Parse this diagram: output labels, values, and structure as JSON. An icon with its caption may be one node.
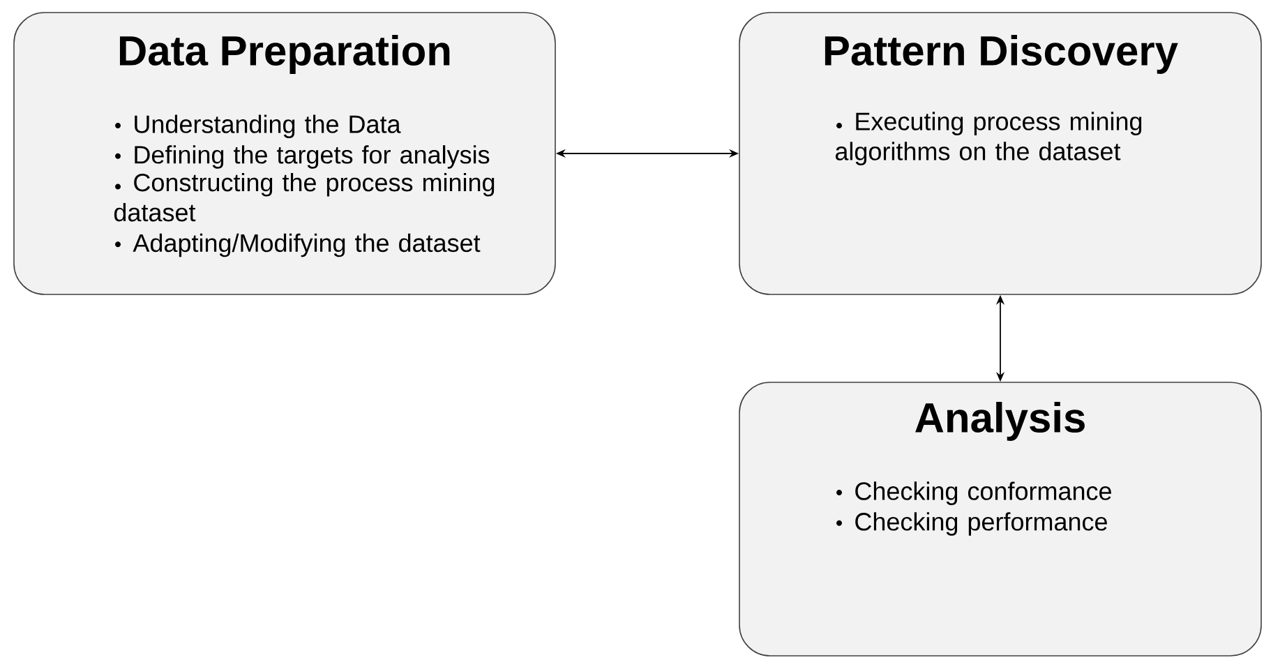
{
  "diagram": {
    "nodes": [
      {
        "text": [
          "Data Preparation",
          "Understanding the Data",
          "Defining the targets for analysis",
          "Constructing the process mining dataset",
          "Adapting/Modifying the dataset"
        ]
      },
      {
        "text": [
          "Pattern Discovery",
          "Executing process mining algorithms on the dataset"
        ]
      },
      {
        "text": [
          "Analysis",
          "Checking conformance",
          "Checking performance"
        ]
      }
    ],
    "edges": [
      {
        "from": 0,
        "to": 1,
        "arrow": "both"
      },
      {
        "from": 1,
        "to": 2,
        "arrow": "both"
      }
    ]
  }
}
